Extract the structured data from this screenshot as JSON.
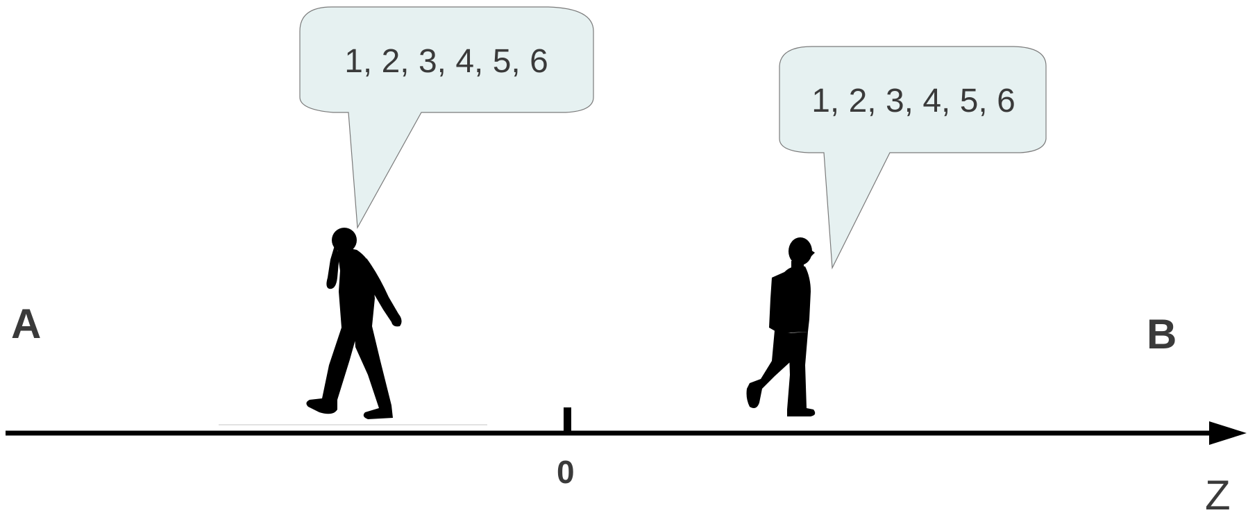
{
  "diagram": {
    "point_a": "A",
    "point_b": "B",
    "origin": "0",
    "axis": "Z",
    "person_left_speech": "1, 2, 3, 4, 5, 6",
    "person_right_speech": "1, 2, 3, 4, 5, 6"
  },
  "colors": {
    "bubble_fill": "#e6f1f1",
    "text": "#3a3a3a",
    "axis": "#000000"
  }
}
